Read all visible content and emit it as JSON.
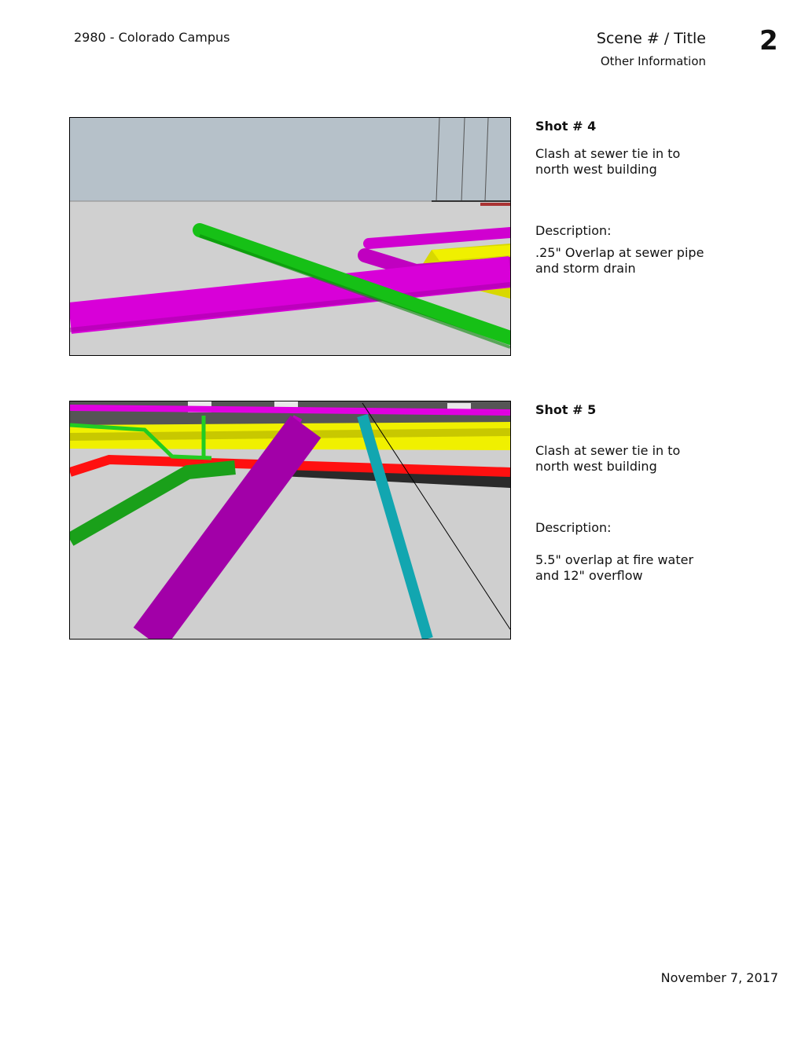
{
  "header": {
    "project": "2980 - Colorado Campus",
    "scene_title": "Scene # / Title",
    "other_info": "Other Information",
    "page_number": "2"
  },
  "shots": [
    {
      "label": "Shot # 4",
      "caption": "Clash at sewer tie in to\nnorth west building",
      "description_label": "Description:",
      "description": ".25\" Overlap at sewer pipe\nand storm drain"
    },
    {
      "label": "Shot # 5",
      "caption": "Clash at sewer tie in to\nnorth west building",
      "description_label": "Description:",
      "description": "5.5\" overlap at fire water\nand 12\" overflow"
    }
  ],
  "footer": {
    "date": "November 7, 2017"
  }
}
